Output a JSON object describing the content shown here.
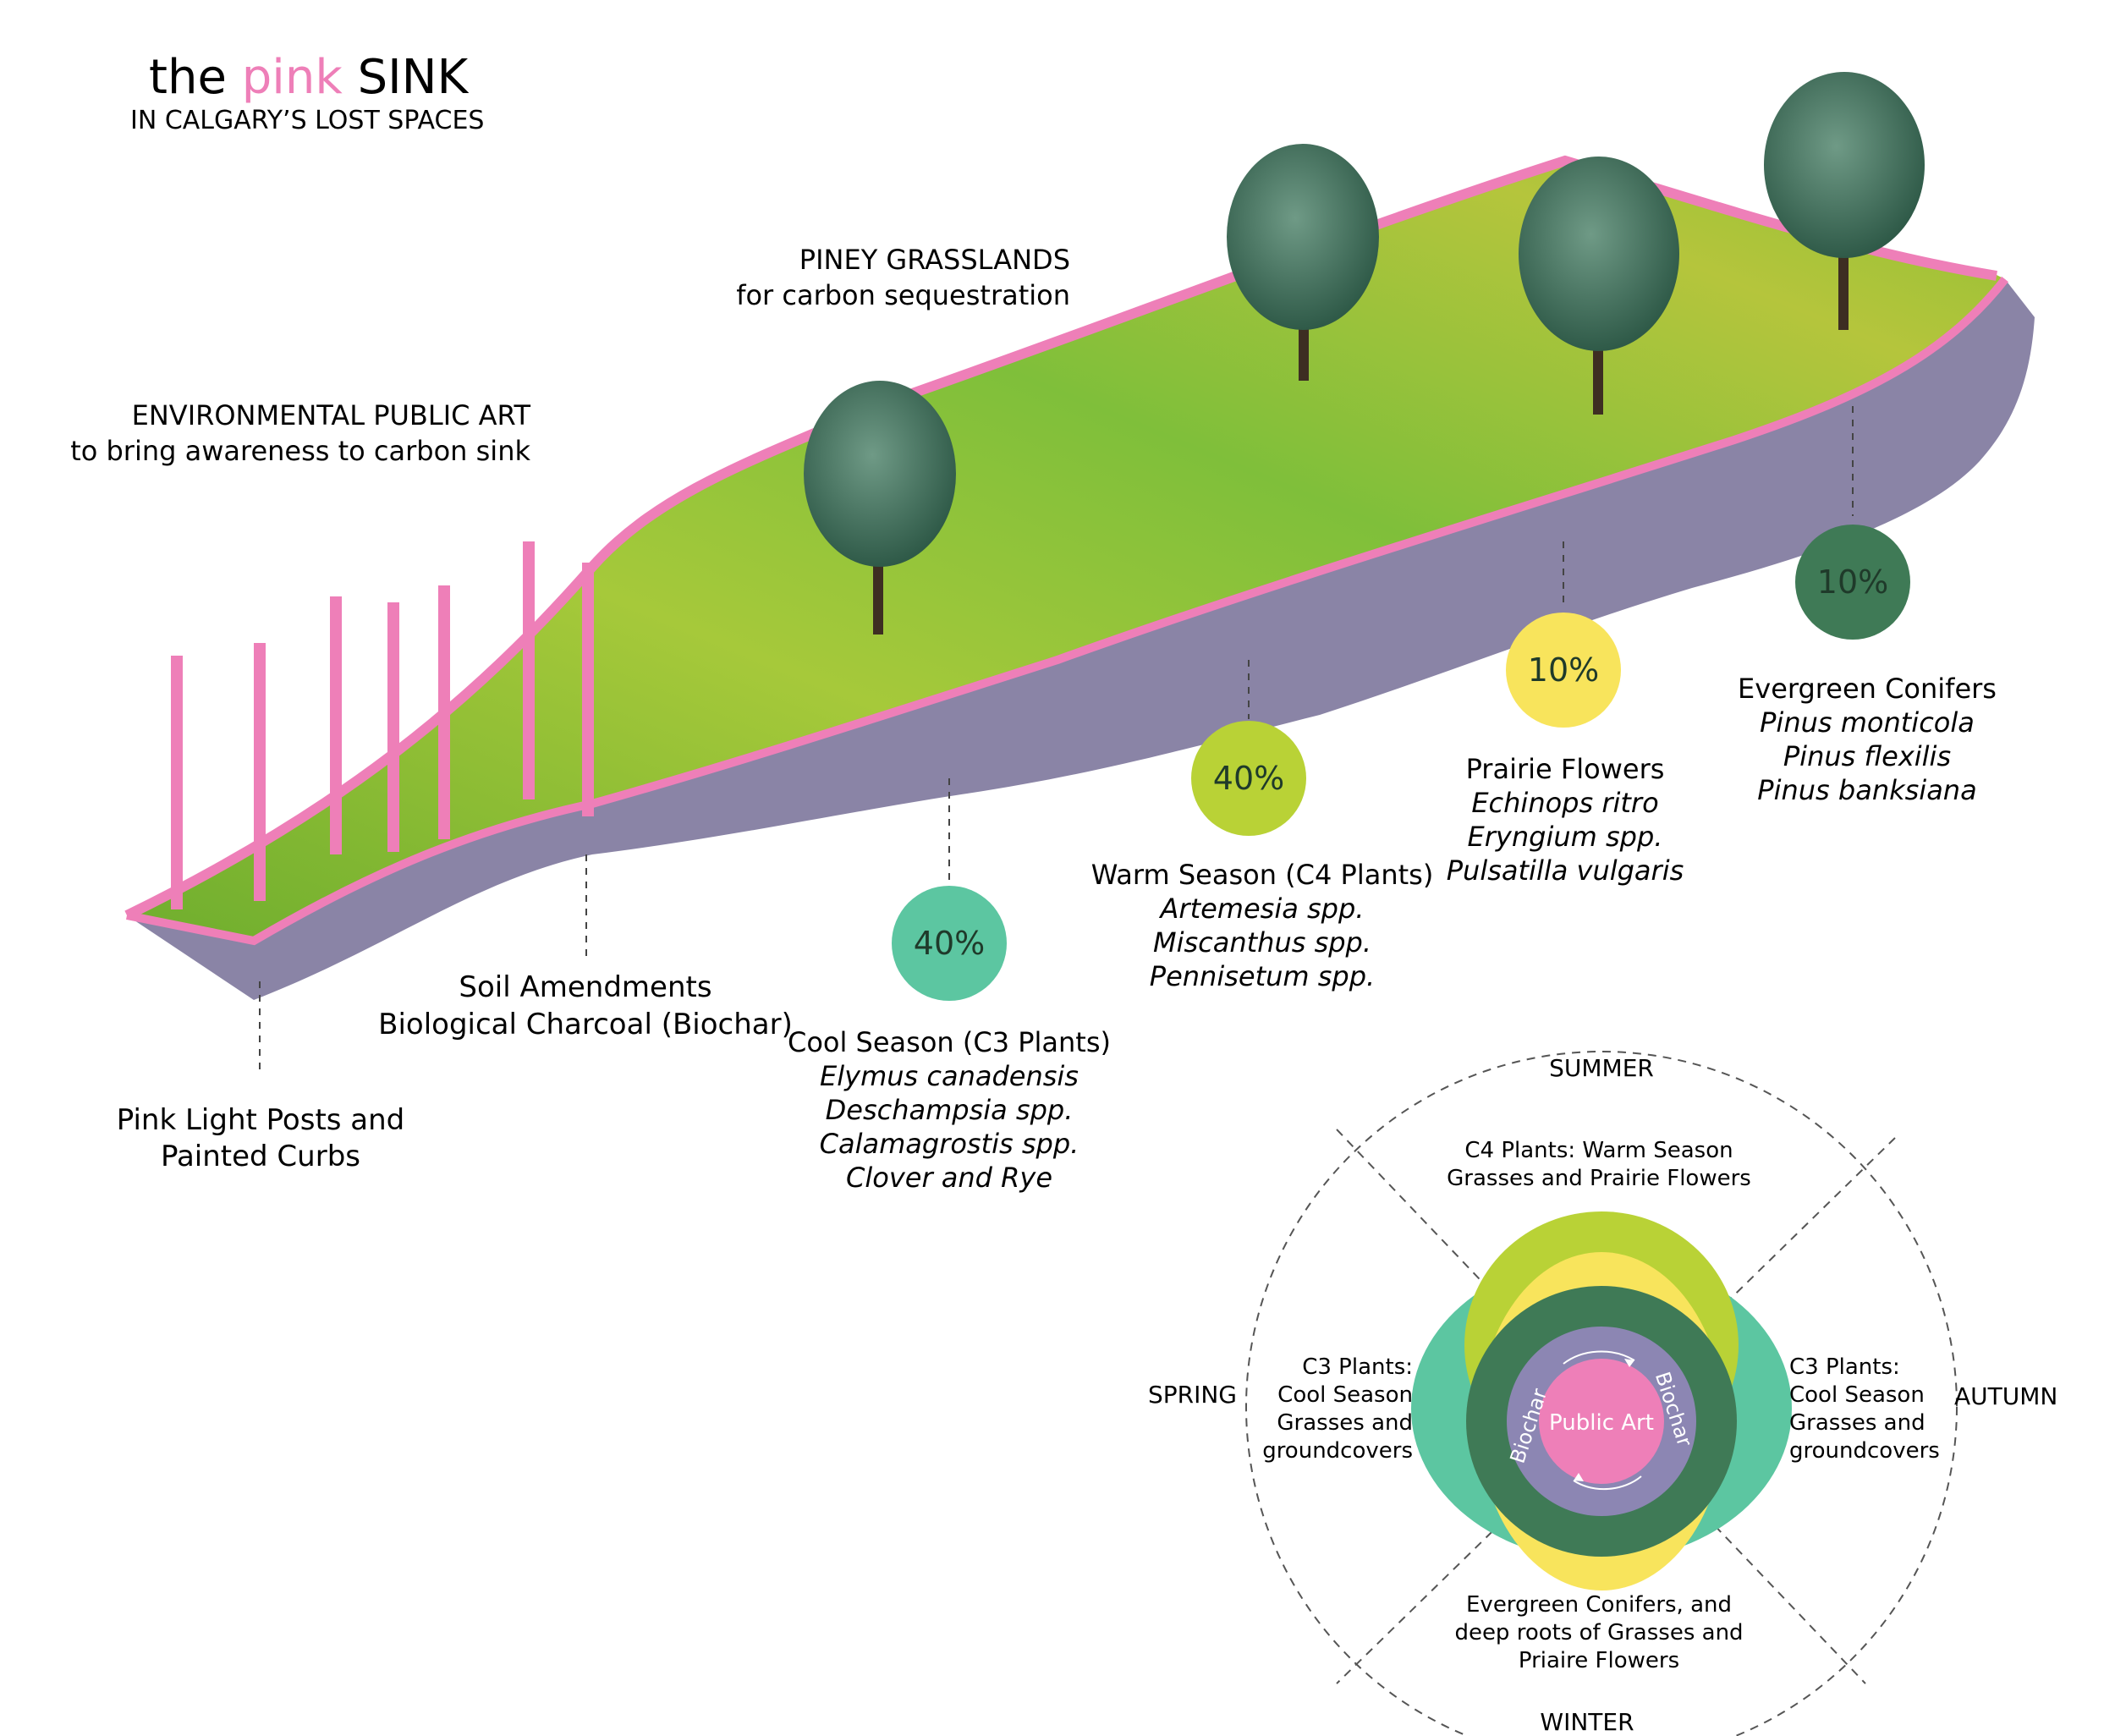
{
  "title": {
    "prefix": "the",
    "accent": "pink",
    "suffix": "SINK",
    "subtitle": "IN CALGARY’S LOST SPACES"
  },
  "colors": {
    "pink": "#ee7fb8",
    "soil": "#8a84a6",
    "cool_season": "#5cc6a1",
    "warm_season": "#b9d236",
    "prairie_flowers": "#f8e45c",
    "conifers": "#3f7a56",
    "biochar": "#8c86b3",
    "public_art": "#ee7fb8",
    "grass": "#8cc63f"
  },
  "callouts": {
    "piney_grasslands": {
      "title": "PINEY GRASSLANDS",
      "sub": "for carbon sequestration"
    },
    "public_art": {
      "title": "ENVIRONMENTAL PUBLIC ART",
      "sub": "to bring awareness to carbon sink"
    },
    "soil_amendments": {
      "line1": "Soil Amendments",
      "line2": "Biological Charcoal (Biochar)"
    },
    "light_posts": {
      "line1": "Pink Light Posts and",
      "line2": "Painted Curbs"
    }
  },
  "plant_groups": [
    {
      "percent": "40%",
      "title": "Cool Season (C3 Plants)",
      "species": [
        "Elymus canadensis",
        "Deschampsia spp.",
        "Calamagrostis spp.",
        "Clover and Rye"
      ]
    },
    {
      "percent": "40%",
      "title": "Warm Season (C4 Plants)",
      "species": [
        "Artemesia spp.",
        "Miscanthus spp.",
        "Pennisetum spp."
      ]
    },
    {
      "percent": "10%",
      "title": "Prairie Flowers",
      "species": [
        "Echinops ritro",
        "Eryngium spp.",
        "Pulsatilla vulgaris"
      ]
    },
    {
      "percent": "10%",
      "title": "Evergreen Conifers",
      "species": [
        "Pinus monticola",
        "Pinus flexilis",
        "Pinus banksiana"
      ]
    }
  ],
  "seasons": {
    "summer": "SUMMER",
    "spring": "SPRING",
    "autumn": "AUTUMN",
    "winter": "WINTER"
  },
  "cycle": {
    "summer_text": [
      "C4 Plants: Warm Season",
      "Grasses and Prairie Flowers"
    ],
    "spring_text": [
      "C3 Plants:",
      "Cool Season",
      "Grasses and",
      "groundcovers"
    ],
    "autumn_text": [
      "C3 Plants:",
      "Cool Season",
      "Grasses and",
      "groundcovers"
    ],
    "winter_text": [
      "Evergreen Conifers, and",
      "deep roots of Grasses and",
      "Priaire Flowers"
    ],
    "biochar_left": "Biochar",
    "biochar_right": "Biochar",
    "center": "Public Art"
  }
}
